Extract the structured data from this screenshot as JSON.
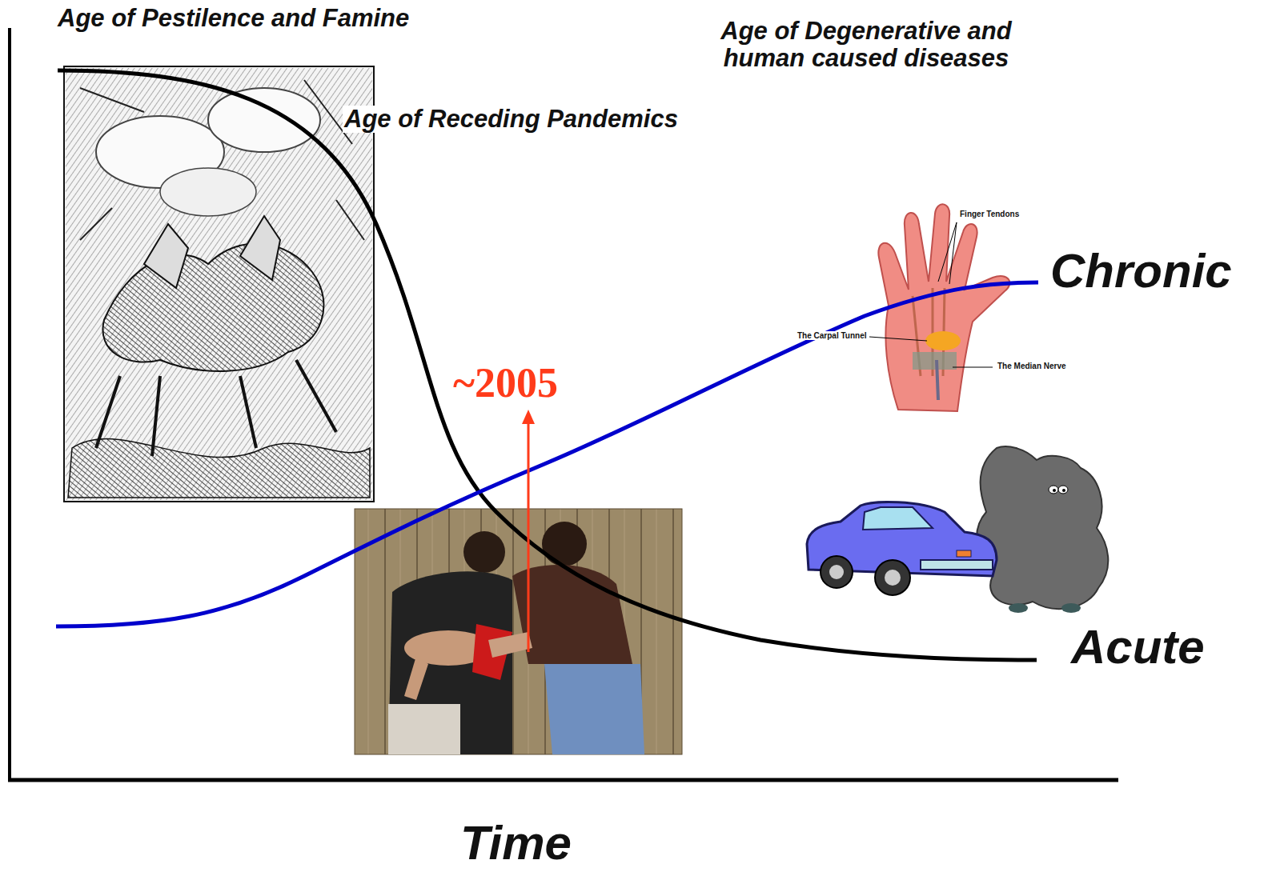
{
  "diagram": {
    "labels": [
      "Age of Pestilence and Famine",
      "Age of Receding Pandemics",
      "Age of Degenerative and human caused diseases",
      "~2005",
      "Chronic",
      "Acute",
      "Time",
      "Finger Tendons",
      "The Carpal Tunnel",
      "The Median Nerve"
    ]
  }
}
